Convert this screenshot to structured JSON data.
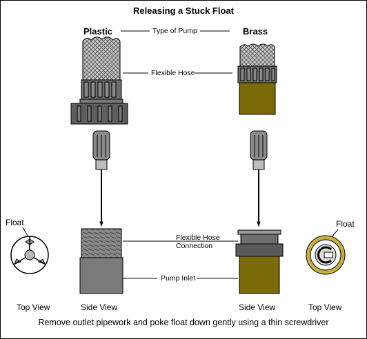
{
  "title": "Releasing a Stuck Float",
  "pump_types": {
    "plastic": "Plastic",
    "brass": "Brass"
  },
  "labels": {
    "type_of_pump": "Type of Pump",
    "flexible_hose": "Flexible Hose",
    "hose_connection_line1": "Flexible Hose",
    "hose_connection_line2": "Connection",
    "pump_inlet": "Pump Inlet"
  },
  "views": {
    "plastic_top": "Top View",
    "plastic_side": "Side View",
    "brass_side": "Side View",
    "brass_top": "Top View"
  },
  "float_labels": {
    "plastic": "Float",
    "brass": "Float"
  },
  "footer": "Remove outlet pipework and poke float down gently using a thin screwdriver",
  "colors": {
    "plastic_body": "#7a7a7a",
    "brass_body": "#7a6a08",
    "mesh": "#b8b8b8",
    "brass_ring": "#c8b040"
  }
}
